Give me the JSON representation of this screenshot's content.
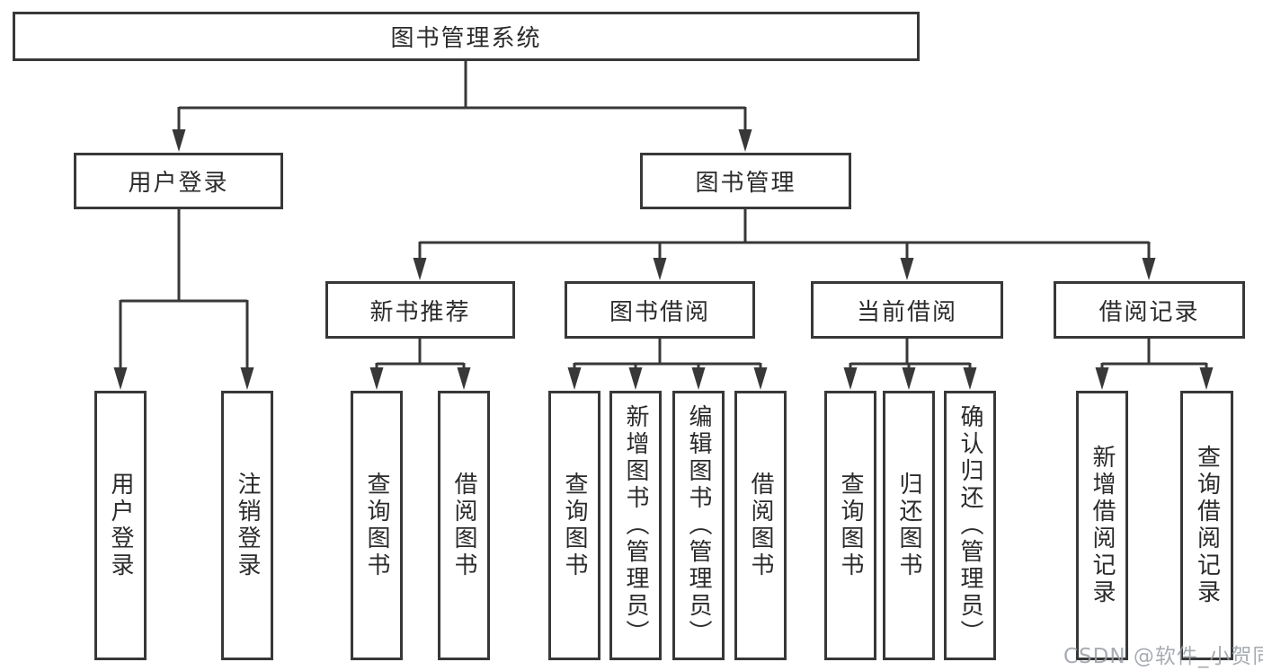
{
  "diagram_type": "hierarchy-tree",
  "colors": {
    "line": "#383838",
    "box_border": "#383838",
    "text": "#2b2b2b",
    "background": "#ffffff",
    "watermark": "#989da4"
  },
  "tree": {
    "root": {
      "label": "图书管理系统",
      "children": [
        {
          "label": "用户登录",
          "children": [
            {
              "label": "用户登录"
            },
            {
              "label": "注销登录"
            }
          ]
        },
        {
          "label": "图书管理",
          "children": [
            {
              "label": "新书推荐",
              "children": [
                {
                  "label": "查询图书"
                },
                {
                  "label": "借阅图书"
                }
              ]
            },
            {
              "label": "图书借阅",
              "children": [
                {
                  "label": "查询图书"
                },
                {
                  "label": "新增图书（管理员）"
                },
                {
                  "label": "编辑图书（管理员）"
                },
                {
                  "label": "借阅图书"
                }
              ]
            },
            {
              "label": "当前借阅",
              "children": [
                {
                  "label": "查询图书"
                },
                {
                  "label": "归还图书"
                },
                {
                  "label": "确认归还（管理员）"
                }
              ]
            },
            {
              "label": "借阅记录",
              "children": [
                {
                  "label": "新增借阅记录"
                },
                {
                  "label": "查询借阅记录"
                }
              ]
            }
          ]
        }
      ]
    }
  },
  "watermark": {
    "text": "CSDN @软件_小贺同学"
  }
}
